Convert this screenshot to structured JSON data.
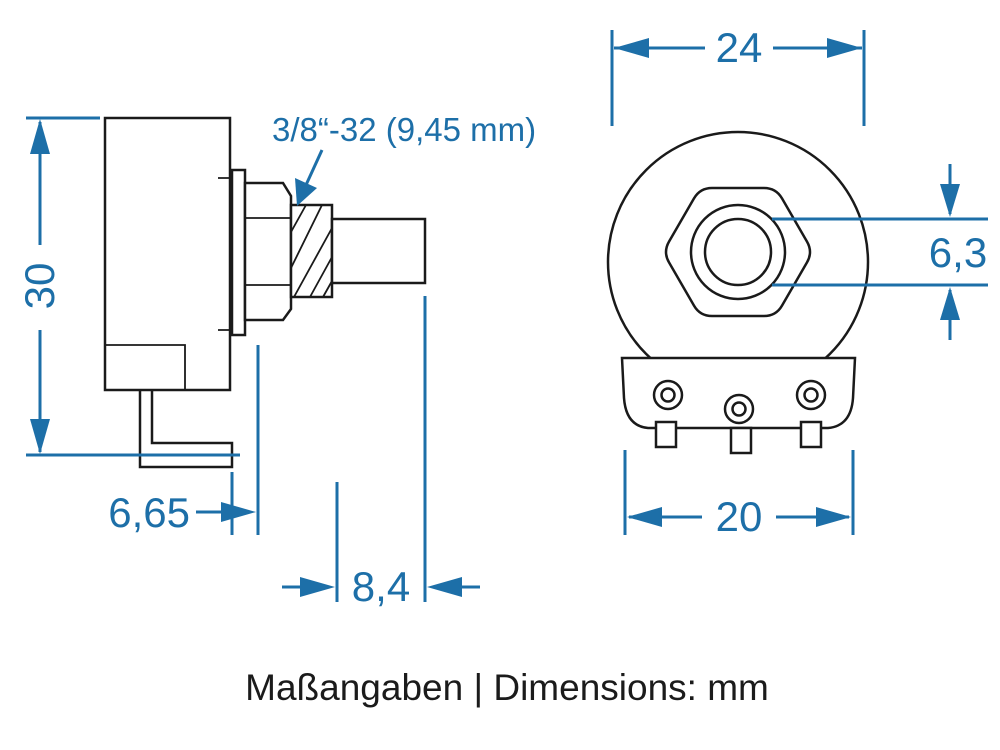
{
  "dimensions": {
    "side_height": "30",
    "thread_spec": "3/8“-32 (9,45 mm)",
    "bushing_length": "6,65",
    "shaft_length": "8,4",
    "body_diameter": "24",
    "shaft_diameter": "6,3",
    "terminal_width": "20"
  },
  "caption": "Maßangaben | Dimensions: mm",
  "colors": {
    "dimension_blue": "#1d6fa8",
    "outline_black": "#1a1a1a",
    "background": "#ffffff"
  }
}
